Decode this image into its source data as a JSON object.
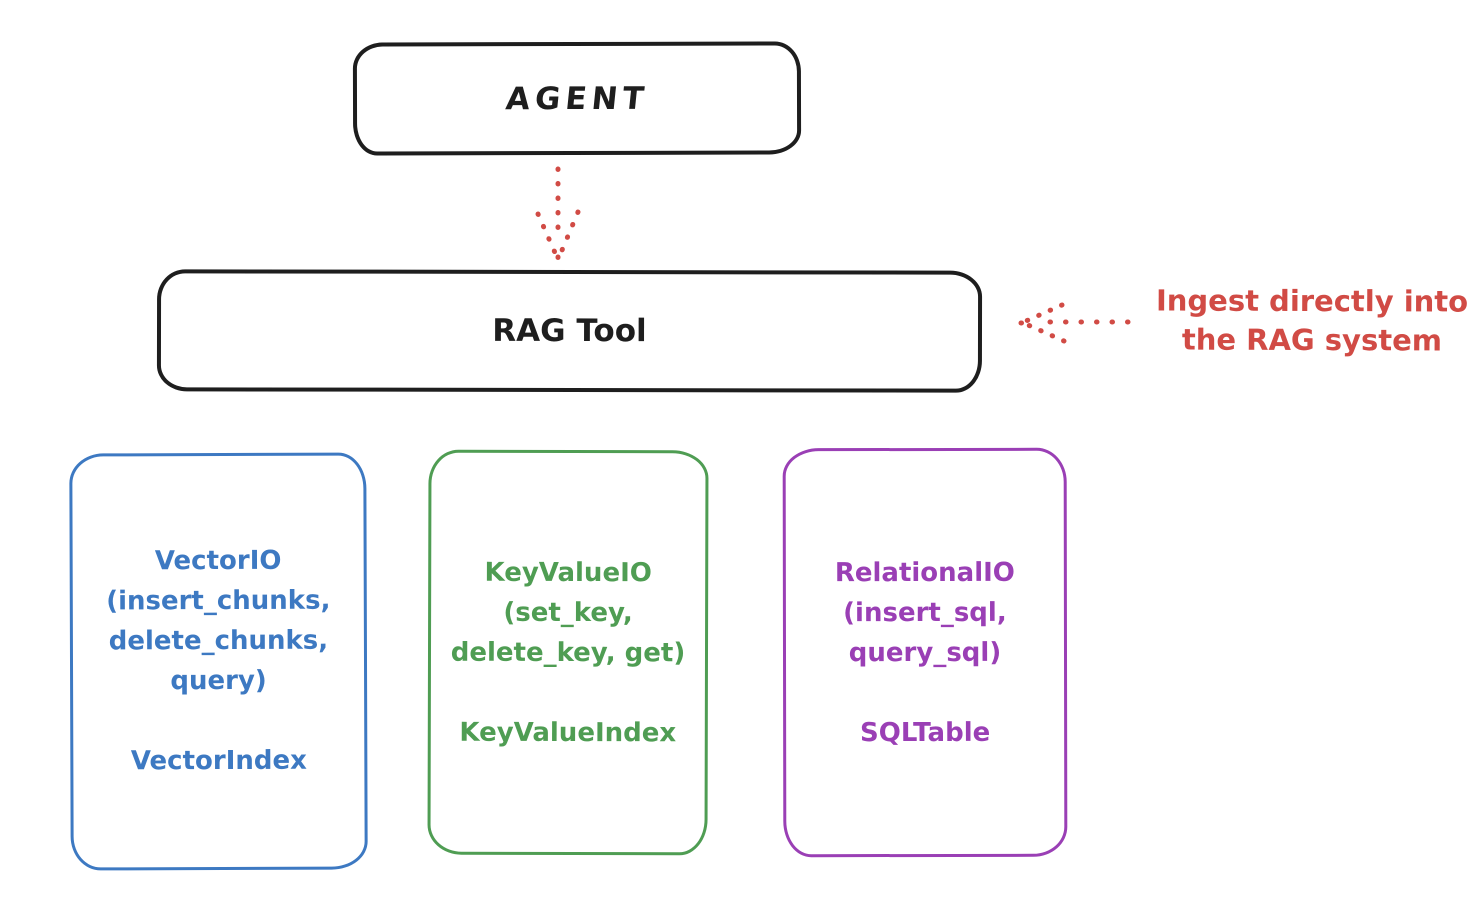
{
  "colors": {
    "black": "#1e1e1e",
    "red": "#d14b45",
    "blue": "#3d79c2",
    "green": "#4f9d53",
    "purple": "#9a3fb5"
  },
  "nodes": {
    "agent": {
      "label": "AGENT"
    },
    "rag_tool": {
      "label": "RAG Tool"
    },
    "vector_io": {
      "lines": [
        "VectorIO",
        "(insert_chunks,",
        "delete_chunks,",
        "query)"
      ],
      "index": "VectorIndex"
    },
    "keyvalue_io": {
      "lines": [
        "KeyValueIO",
        "(set_key,",
        "delete_key, get)"
      ],
      "index": "KeyValueIndex"
    },
    "relational_io": {
      "lines": [
        "RelationalIO",
        "(insert_sql,",
        "query_sql)"
      ],
      "index": "SQLTable"
    }
  },
  "annotation": {
    "line1": "Ingest directly into",
    "line2": "the RAG system"
  }
}
